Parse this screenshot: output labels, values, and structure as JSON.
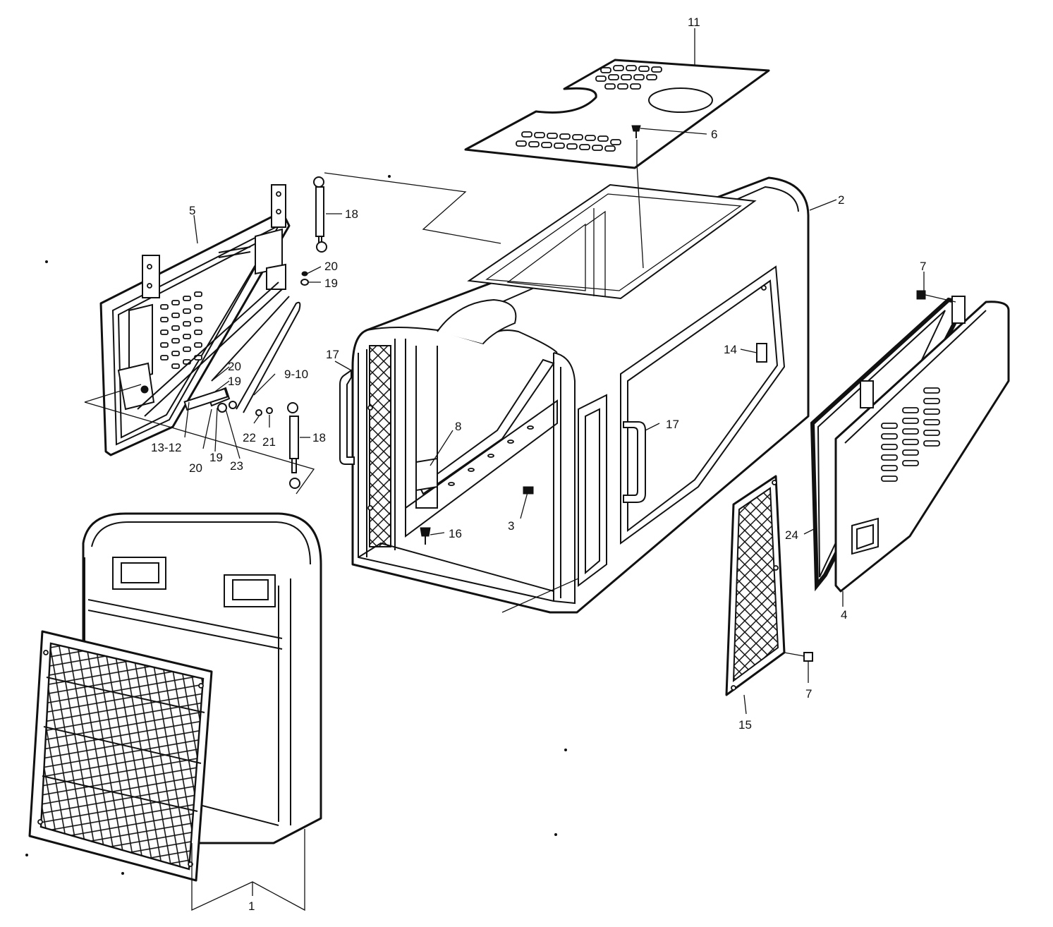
{
  "callouts": {
    "c1": "1",
    "c2": "2",
    "c3": "3",
    "c4": "4",
    "c5": "5",
    "c6": "6",
    "c7a": "7",
    "c7b": "7",
    "c8": "8",
    "c9_10": "9-10",
    "c11": "11",
    "c13_12": "13-12",
    "c14": "14",
    "c15": "15",
    "c16": "16",
    "c17a": "17",
    "c17b": "17",
    "c18a": "18",
    "c18b": "18",
    "c19a": "19",
    "c19b": "19",
    "c19c": "19",
    "c20a": "20",
    "c20b": "20",
    "c20c": "20",
    "c21": "21",
    "c22": "22",
    "c23": "23",
    "c24": "24"
  }
}
